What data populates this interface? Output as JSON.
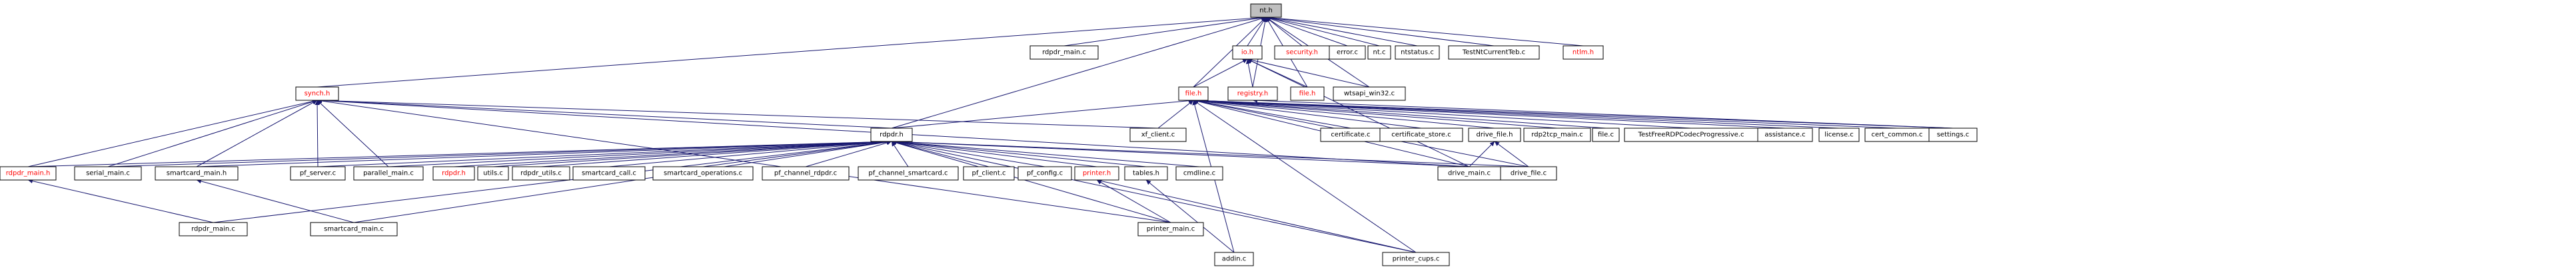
{
  "graph": {
    "colors": {
      "edge": "#191970",
      "node_border": "#000000",
      "node_fill": "#ffffff",
      "root_fill": "#bfbfbf",
      "text_default": "#000000",
      "text_truncated": "#ff0000"
    },
    "nodes": [
      {
        "id": "nth",
        "label": "nt.h",
        "root": true
      },
      {
        "id": "rdpdr_main_c_top",
        "label": "rdpdr_main.c"
      },
      {
        "id": "security_h",
        "label": "security.h",
        "truncated": true
      },
      {
        "id": "error_c",
        "label": "error.c"
      },
      {
        "id": "nt_c",
        "label": "nt.c"
      },
      {
        "id": "ntstatus_c",
        "label": "ntstatus.c"
      },
      {
        "id": "testntcurrentteb_c",
        "label": "TestNtCurrentTeb.c"
      },
      {
        "id": "ntlm_h",
        "label": "ntlm.h",
        "truncated": true
      },
      {
        "id": "io_h",
        "label": "io.h",
        "truncated": true
      },
      {
        "id": "synch_h",
        "label": "synch.h",
        "truncated": true
      },
      {
        "id": "file_h_a",
        "label": "file.h",
        "truncated": true
      },
      {
        "id": "registry_h",
        "label": "registry.h",
        "truncated": true
      },
      {
        "id": "file_h_b",
        "label": "file.h",
        "truncated": true
      },
      {
        "id": "wtsapi_win32_c",
        "label": "wtsapi_win32.c"
      },
      {
        "id": "rdpdr_h",
        "label": "rdpdr.h"
      },
      {
        "id": "xf_client_c",
        "label": "xf_client.c"
      },
      {
        "id": "certificate_c",
        "label": "certificate.c"
      },
      {
        "id": "certificate_store_c",
        "label": "certificate_store.c"
      },
      {
        "id": "drive_file_h",
        "label": "drive_file.h"
      },
      {
        "id": "rdp2tcp_main_c",
        "label": "rdp2tcp_main.c"
      },
      {
        "id": "file_c",
        "label": "file.c"
      },
      {
        "id": "testfreerdpcodecprogressive_c",
        "label": "TestFreeRDPCodecProgressive.c"
      },
      {
        "id": "assistance_c",
        "label": "assistance.c"
      },
      {
        "id": "license_c",
        "label": "license.c"
      },
      {
        "id": "cert_common_c",
        "label": "cert_common.c"
      },
      {
        "id": "settings_c",
        "label": "settings.c"
      },
      {
        "id": "rdpdr_main_h",
        "label": "rdpdr_main.h",
        "truncated": true
      },
      {
        "id": "serial_main_c",
        "label": "serial_main.c"
      },
      {
        "id": "smartcard_main_h",
        "label": "smartcard_main.h"
      },
      {
        "id": "pf_server_c",
        "label": "pf_server.c"
      },
      {
        "id": "parallel_main_c",
        "label": "parallel_main.c"
      },
      {
        "id": "rdpdr_h_red",
        "label": "rdpdr.h",
        "truncated": true
      },
      {
        "id": "utils_c",
        "label": "utils.c"
      },
      {
        "id": "rdpdr_utils_c",
        "label": "rdpdr_utils.c"
      },
      {
        "id": "smartcard_call_c",
        "label": "smartcard_call.c"
      },
      {
        "id": "smartcard_operations_c",
        "label": "smartcard_operations.c"
      },
      {
        "id": "pf_channel_rdpdr_c",
        "label": "pf_channel_rdpdr.c"
      },
      {
        "id": "pf_channel_smartcard_c",
        "label": "pf_channel_smartcard.c"
      },
      {
        "id": "pf_client_c",
        "label": "pf_client.c"
      },
      {
        "id": "pf_config_c",
        "label": "pf_config.c"
      },
      {
        "id": "printer_h",
        "label": "printer.h",
        "truncated": true
      },
      {
        "id": "tables_h",
        "label": "tables.h"
      },
      {
        "id": "cmdline_c",
        "label": "cmdline.c"
      },
      {
        "id": "drive_main_c",
        "label": "drive_main.c"
      },
      {
        "id": "drive_file_c",
        "label": "drive_file.c"
      },
      {
        "id": "rdpdr_main_c_bot",
        "label": "rdpdr_main.c"
      },
      {
        "id": "smartcard_main_c",
        "label": "smartcard_main.c"
      },
      {
        "id": "printer_main_c",
        "label": "printer_main.c"
      },
      {
        "id": "addin_c",
        "label": "addin.c"
      },
      {
        "id": "printer_cups_c",
        "label": "printer_cups.c"
      }
    ],
    "edges": [
      [
        "nth",
        "rdpdr_main_c_top"
      ],
      [
        "nth",
        "security_h"
      ],
      [
        "nth",
        "error_c"
      ],
      [
        "nth",
        "nt_c"
      ],
      [
        "nth",
        "ntstatus_c"
      ],
      [
        "nth",
        "testntcurrentteb_c"
      ],
      [
        "nth",
        "ntlm_h"
      ],
      [
        "nth",
        "io_h"
      ],
      [
        "nth",
        "synch_h"
      ],
      [
        "nth",
        "file_h_a"
      ],
      [
        "nth",
        "registry_h"
      ],
      [
        "nth",
        "file_h_b"
      ],
      [
        "nth",
        "wtsapi_win32_c"
      ],
      [
        "nth",
        "rdpdr_h"
      ],
      [
        "io_h",
        "file_h_a"
      ],
      [
        "io_h",
        "registry_h"
      ],
      [
        "io_h",
        "file_h_b"
      ],
      [
        "io_h",
        "wtsapi_win32_c"
      ],
      [
        "io_h",
        "drive_main_c"
      ],
      [
        "registry_h",
        "settings_c"
      ],
      [
        "file_h_a",
        "rdpdr_h"
      ],
      [
        "file_h_a",
        "xf_client_c"
      ],
      [
        "file_h_a",
        "certificate_c"
      ],
      [
        "file_h_a",
        "certificate_store_c"
      ],
      [
        "file_h_a",
        "drive_file_h"
      ],
      [
        "file_h_a",
        "rdp2tcp_main_c"
      ],
      [
        "file_h_a",
        "file_c"
      ],
      [
        "file_h_a",
        "testfreerdpcodecprogressive_c"
      ],
      [
        "file_h_a",
        "assistance_c"
      ],
      [
        "file_h_a",
        "license_c"
      ],
      [
        "file_h_a",
        "cert_common_c"
      ],
      [
        "file_h_a",
        "settings_c"
      ],
      [
        "file_h_a",
        "drive_main_c"
      ],
      [
        "file_h_a",
        "drive_file_c"
      ],
      [
        "file_h_a",
        "printer_cups_c"
      ],
      [
        "file_h_a",
        "addin_c"
      ],
      [
        "drive_file_h",
        "drive_main_c"
      ],
      [
        "drive_file_h",
        "drive_file_c"
      ],
      [
        "synch_h",
        "rdpdr_main_h"
      ],
      [
        "synch_h",
        "serial_main_c"
      ],
      [
        "synch_h",
        "smartcard_main_h"
      ],
      [
        "synch_h",
        "pf_server_c"
      ],
      [
        "synch_h",
        "parallel_main_c"
      ],
      [
        "synch_h",
        "rdpdr_h"
      ],
      [
        "synch_h",
        "xf_client_c"
      ],
      [
        "synch_h",
        "printer_main_c"
      ],
      [
        "synch_h",
        "drive_main_c"
      ],
      [
        "rdpdr_h",
        "rdpdr_main_h"
      ],
      [
        "rdpdr_h",
        "serial_main_c"
      ],
      [
        "rdpdr_h",
        "smartcard_main_h"
      ],
      [
        "rdpdr_h",
        "pf_server_c"
      ],
      [
        "rdpdr_h",
        "parallel_main_c"
      ],
      [
        "rdpdr_h",
        "rdpdr_h_red"
      ],
      [
        "rdpdr_h",
        "utils_c"
      ],
      [
        "rdpdr_h",
        "rdpdr_utils_c"
      ],
      [
        "rdpdr_h",
        "smartcard_call_c"
      ],
      [
        "rdpdr_h",
        "smartcard_operations_c"
      ],
      [
        "rdpdr_h",
        "pf_channel_rdpdr_c"
      ],
      [
        "rdpdr_h",
        "pf_channel_smartcard_c"
      ],
      [
        "rdpdr_h",
        "pf_client_c"
      ],
      [
        "rdpdr_h",
        "pf_config_c"
      ],
      [
        "rdpdr_h",
        "printer_h"
      ],
      [
        "rdpdr_h",
        "tables_h"
      ],
      [
        "rdpdr_h",
        "cmdline_c"
      ],
      [
        "rdpdr_h",
        "drive_main_c"
      ],
      [
        "rdpdr_h",
        "drive_file_c"
      ],
      [
        "rdpdr_h",
        "rdpdr_main_c_bot"
      ],
      [
        "rdpdr_h",
        "smartcard_main_c"
      ],
      [
        "rdpdr_h",
        "printer_main_c"
      ],
      [
        "rdpdr_h",
        "printer_cups_c"
      ],
      [
        "rdpdr_main_h",
        "rdpdr_main_c_bot"
      ],
      [
        "smartcard_main_h",
        "smartcard_main_c"
      ],
      [
        "printer_h",
        "printer_main_c"
      ],
      [
        "printer_h",
        "printer_cups_c"
      ],
      [
        "tables_h",
        "addin_c"
      ]
    ]
  }
}
